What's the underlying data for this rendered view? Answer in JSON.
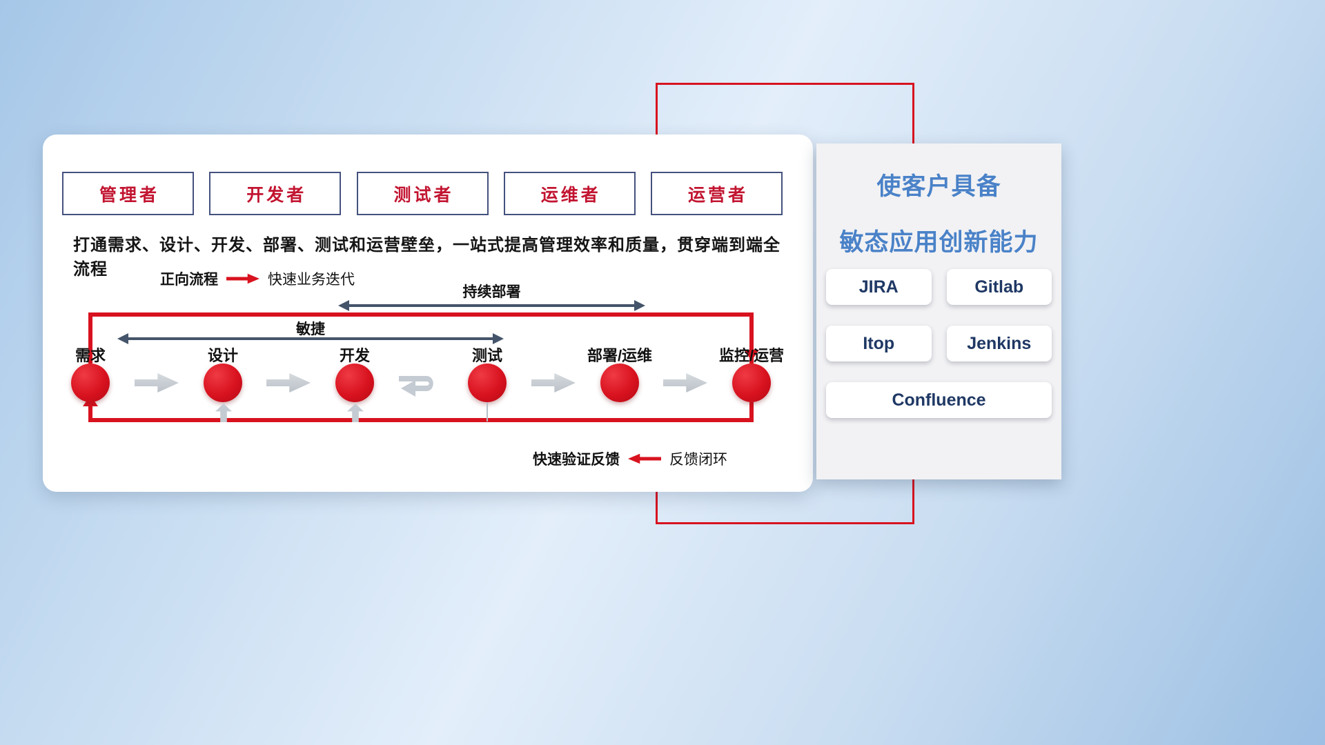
{
  "main_panel": {
    "roles": [
      "管理者",
      "开发者",
      "测试者",
      "运维者",
      "运营者"
    ],
    "description": "打通需求、设计、开发、部署、测试和运营壁垒，一站式提高管理效率和质量，贯穿端到端全流程",
    "forward_legend": {
      "label": "正向流程",
      "text": "快速业务迭代"
    },
    "feedback_legend": {
      "label": "快速验证反馈",
      "text": "反馈闭环"
    },
    "flow": {
      "continuous_deploy_label": "持续部署",
      "agile_label": "敏捷",
      "stages": [
        "需求",
        "设计",
        "开发",
        "测试",
        "部署/运维",
        "监控/运营"
      ]
    }
  },
  "side_panel": {
    "title_line1": "使客户具备",
    "title_line2": "敏态应用创新能力",
    "tools": [
      "JIRA",
      "Gitlab",
      "Itop",
      "Jenkins",
      "Confluence"
    ]
  },
  "colors": {
    "accent_red": "#d8121f",
    "arrow_slate": "#44546a",
    "title_blue": "#4a82c8",
    "tool_text_navy": "#1f3864"
  }
}
